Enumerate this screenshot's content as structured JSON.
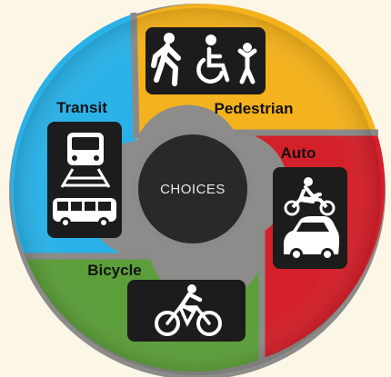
{
  "diagram": {
    "center": {
      "label": "CHOICES"
    },
    "segments": [
      {
        "id": "pedestrian",
        "label": "Pedestrian",
        "color": "#f4b21c",
        "icons": [
          "walking-person-icon",
          "wheelchair-user-icon",
          "child-icon"
        ]
      },
      {
        "id": "auto",
        "label": "Auto",
        "color": "#d4202a",
        "icons": [
          "motorcycle-icon",
          "car-icon"
        ]
      },
      {
        "id": "bicycle",
        "label": "Bicycle",
        "color": "#5c9f3a",
        "icons": [
          "bicycle-icon"
        ]
      },
      {
        "id": "transit",
        "label": "Transit",
        "color": "#2ab2e8",
        "icons": [
          "train-icon",
          "bus-icon"
        ]
      }
    ],
    "colors": {
      "background": "#fbf6e6",
      "icon_tile": "#1c1c1c",
      "center_fill": "#2a2828",
      "divider": "#8a8a88"
    }
  }
}
